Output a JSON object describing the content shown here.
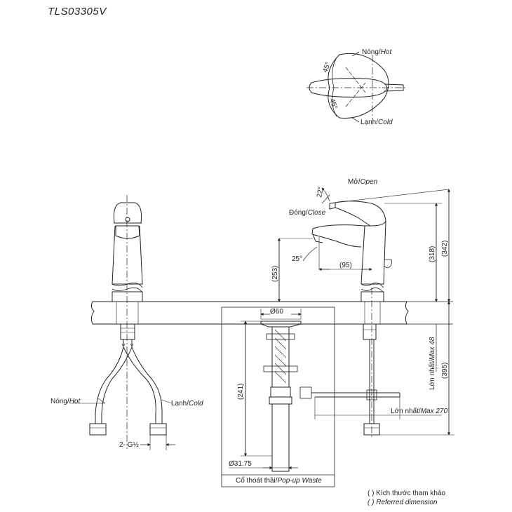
{
  "model": "TLS03305V",
  "top_view": {
    "hot_label": "Nóng/",
    "hot_label_en": "Hot",
    "cold_label": "Lạnh/",
    "cold_label_en": "Cold",
    "angle_top": "45°",
    "angle_bottom": "45°"
  },
  "side_view": {
    "open_label": "Mở/",
    "open_label_en": "Open",
    "close_label": "Đóng/",
    "close_label_en": "Close",
    "angle_handle": "22°",
    "angle_spout": "25°",
    "dim_spout_reach": "(95)",
    "dim_spout_height": "(253)",
    "dim_318": "(318)",
    "dim_342": "(342)",
    "dim_395": "(395)",
    "max_thickness": "Lớn nhất/",
    "max_thickness_en": "Max 48",
    "max_rod": "Lớn nhất/",
    "max_rod_en": "Max 270"
  },
  "front_view": {
    "hot_hose": "Nóng/",
    "hot_hose_en": "Hot",
    "cold_hose": "Lạnh/",
    "cold_hose_en": "Cold",
    "connection": "2- G½"
  },
  "waste": {
    "dia_top": "Ø60",
    "dia_bottom": "Ø31.75",
    "height": "(241)",
    "caption": "Cổ thoát thải/",
    "caption_en": "Pop-up Waste"
  },
  "legend": {
    "line1": "(   ) Kích thước tham khảo",
    "line2": "(   ) Referred dimension"
  }
}
